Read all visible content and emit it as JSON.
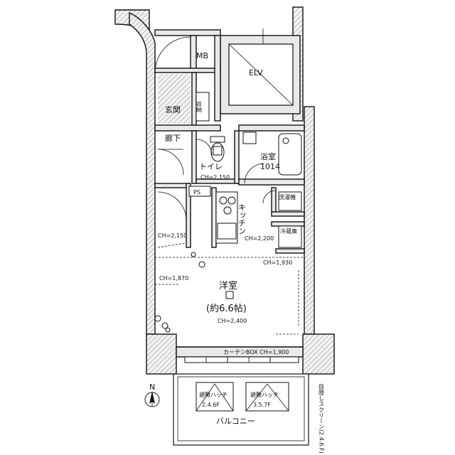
{
  "rooms": {
    "mb": "MB",
    "elv": "ELV",
    "genkan": "玄関",
    "shuno": "収納",
    "rouka": "廊下",
    "toilet": "トイレ",
    "bath": "浴室",
    "bath_size": "1014",
    "ps": "PS",
    "kitchen": "キッチン",
    "washer": "洗濯機",
    "fridge": "冷蔵庫",
    "youshitsu": "洋室",
    "youshitsu_size": "(約6.6帖)",
    "balcony": "バルコニー",
    "hatch_left": "避難ハッチ",
    "hatch_left_floors": "2.4.6F",
    "hatch_right": "避難ハッチ",
    "hatch_right_floors": "3.5.7F"
  },
  "ceiling_heights": {
    "toilet": "CH=2,150",
    "hall_left": "CH=2,150",
    "kitchen": "CH=2,200",
    "room_top_right": "CH=1,930",
    "room_left": "CH=1,870",
    "room_center": "CH=2,400",
    "curtain_box": "カーテンBOX CH=1,900"
  },
  "annotations": {
    "screen_vertical": "目隠しスクリーン(2.4.6.F)",
    "compass": "N"
  }
}
